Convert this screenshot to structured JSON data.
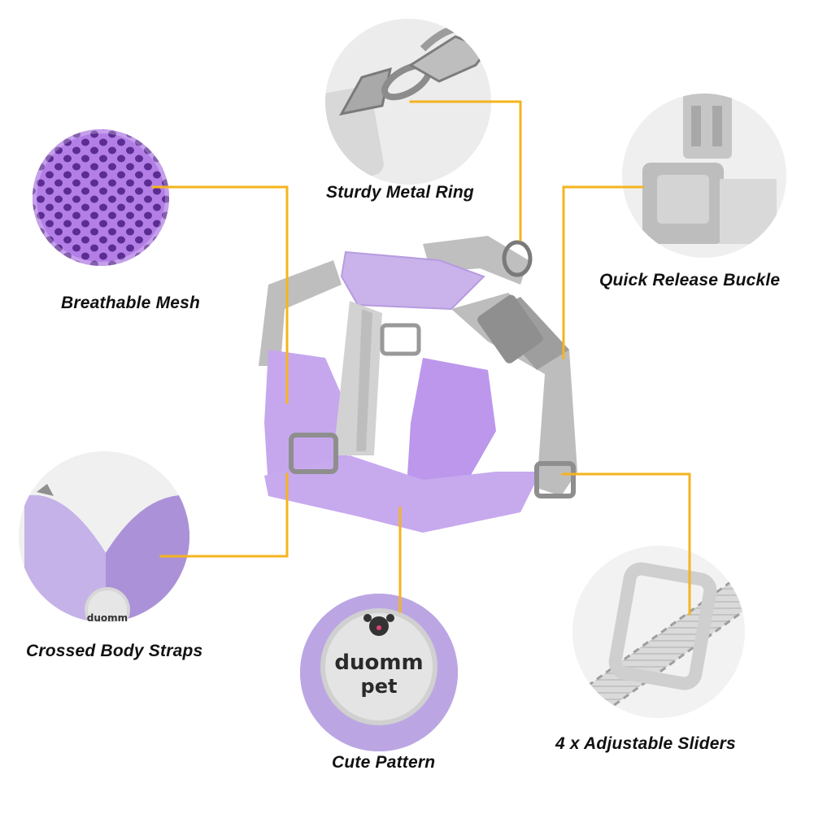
{
  "labels": {
    "breathable_mesh": "Breathable Mesh",
    "sturdy_metal_ring": "Sturdy Metal Ring",
    "quick_release_buckle": "Quick Release Buckle",
    "crossed_body_straps": "Crossed Body Straps",
    "cute_pattern": "Cute Pattern",
    "adjustable_sliders": "4 x Adjustable Sliders"
  },
  "logo": {
    "line1": "duomm",
    "line2": "pet"
  },
  "colors": {
    "callout_line": "#F5B41E",
    "mesh_purple": "#9A5BD6",
    "harness_purple": "#C8ADE8",
    "strap_gray": "#BDBDBD",
    "circle_gray": "#EDEDED"
  },
  "icons": [
    "metal-ring-icon",
    "buckle-icon",
    "mesh-icon",
    "strap-icon",
    "pattern-badge-icon",
    "slider-icon"
  ]
}
